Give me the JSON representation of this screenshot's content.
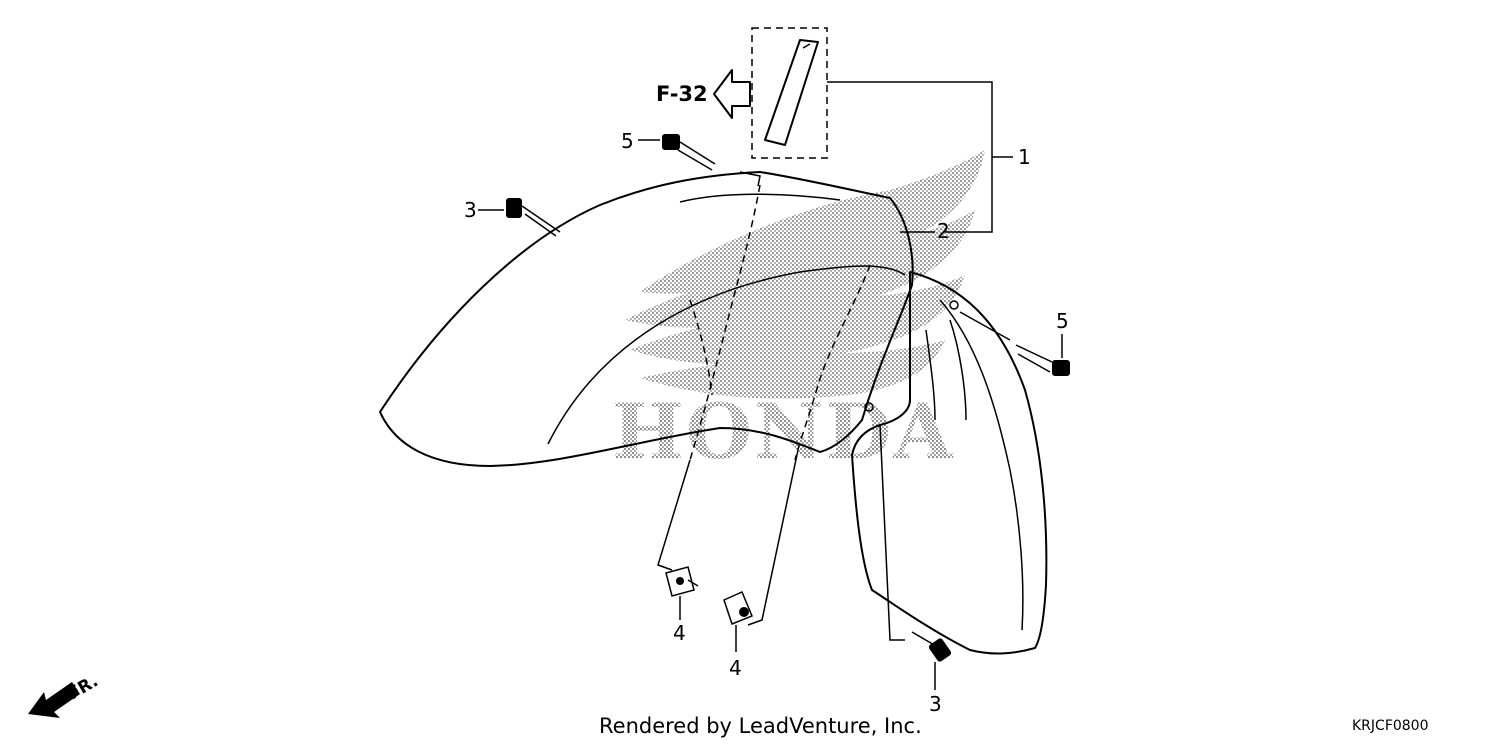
{
  "diagram": {
    "callouts": {
      "c1": "1",
      "c2": "2",
      "c3_top": "3",
      "c3_bottom": "3",
      "c4_left": "4",
      "c4_right": "4",
      "c5_top": "5",
      "c5_right": "5"
    },
    "ref_label": "F-32",
    "front_label": "FR.",
    "footer_credit": "Rendered by LeadVenture, Inc.",
    "figure_code": "KRJCF0800",
    "logo_word": "HONDA",
    "icons": {
      "ref_arrow": "hollow-arrow-left-icon",
      "front_arrow": "solid-arrow-down-left-icon"
    }
  }
}
